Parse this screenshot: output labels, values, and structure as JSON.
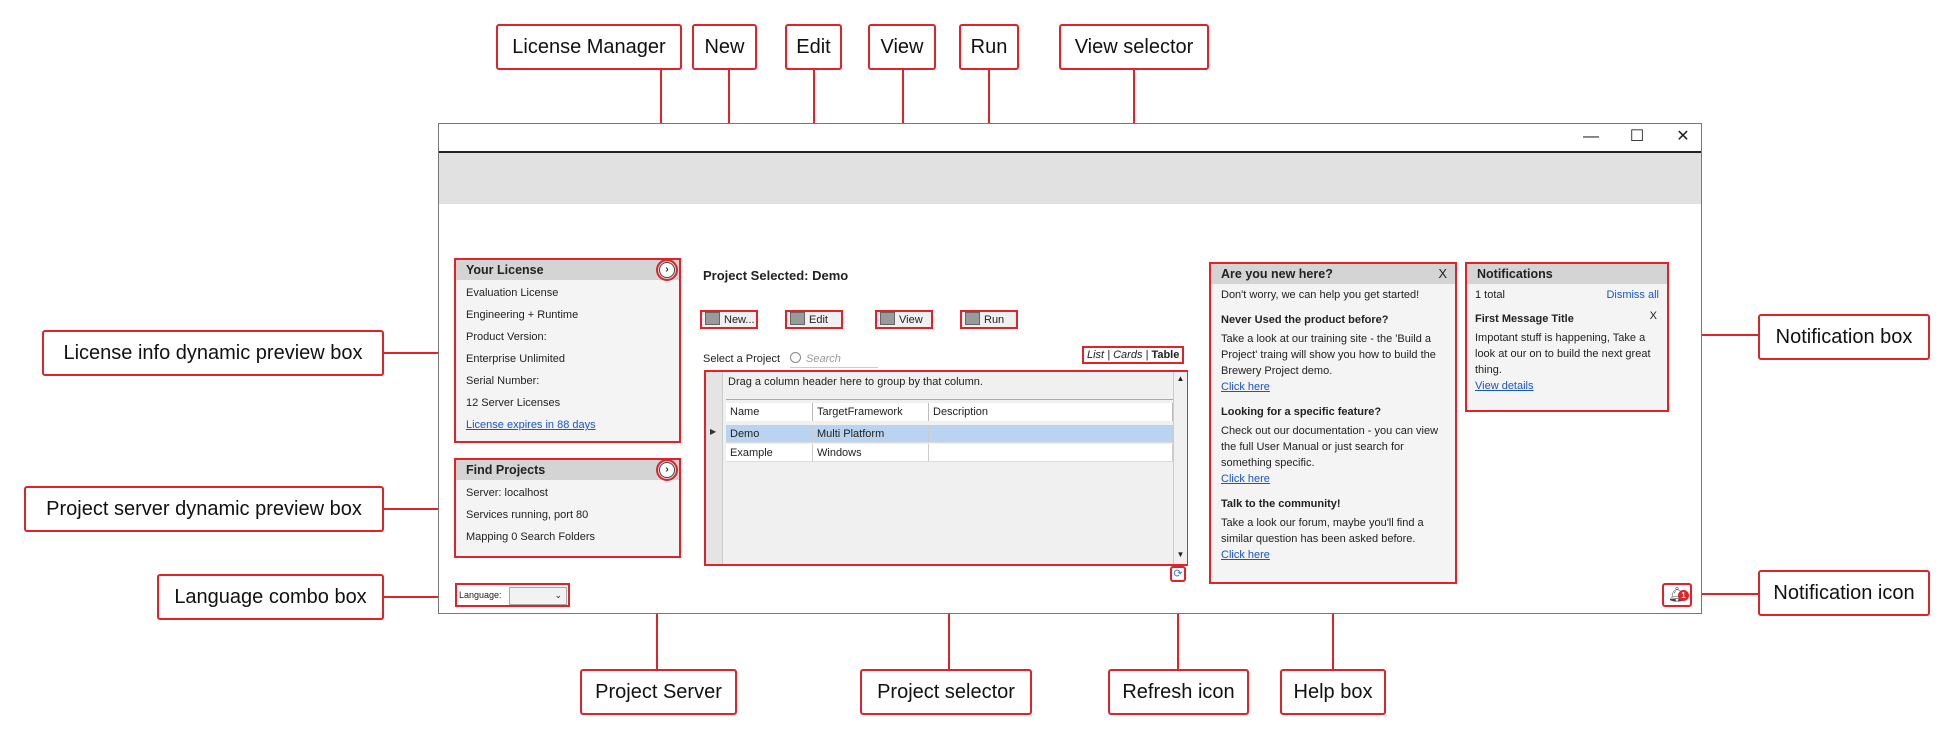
{
  "callouts": {
    "license_manager": "License Manager",
    "new": "New",
    "edit": "Edit",
    "view": "View",
    "run": "Run",
    "view_selector": "View selector",
    "license_info": "License info dynamic preview box",
    "project_server_preview": "Project server dynamic preview box",
    "language_combo": "Language combo box",
    "notification_box": "Notification box",
    "notification_icon": "Notification icon",
    "project_server": "Project Server",
    "project_selector": "Project selector",
    "refresh_icon": "Refresh icon",
    "help_box": "Help box"
  },
  "window_controls": {
    "minimize": "—",
    "maximize": "☐",
    "close": "✕"
  },
  "license": {
    "title": "Your License",
    "lines": [
      "Evaluation License",
      "Engineering + Runtime",
      "Product Version:",
      "Enterprise Unlimited",
      "Serial Number:",
      "12 Server Licenses"
    ],
    "expiry_link": "License expires in 88 days"
  },
  "find_projects": {
    "title": "Find Projects",
    "lines": [
      "Server: localhost",
      "Services running, port 80",
      "Mapping 0 Search Folders"
    ]
  },
  "language": {
    "label": "Language:",
    "value": ""
  },
  "project": {
    "selected_label": "Project Selected: Demo",
    "buttons": {
      "new": "New...",
      "edit": "Edit",
      "view": "View",
      "run": "Run"
    },
    "select_label": "Select a Project",
    "search_placeholder": "Search",
    "view_modes": {
      "list": "List",
      "sep": "|",
      "cards": "Cards",
      "table": "Table"
    },
    "group_hint": "Drag a column header here to group by that column.",
    "columns": [
      "Name",
      "TargetFramework",
      "Description"
    ],
    "rows": [
      {
        "name": "Demo",
        "framework": "Multi Platform",
        "description": ""
      },
      {
        "name": "Example",
        "framework": "Windows",
        "description": ""
      }
    ]
  },
  "help": {
    "title": "Are you new here?",
    "close": "X",
    "intro": "Don't worry, we can help you get started!",
    "sections": [
      {
        "heading": "Never Used the product before?",
        "body": "Take a look at our training site - the 'Build a Project' traing will show you how to build the Brewery Project demo.",
        "link": "Click here"
      },
      {
        "heading": "Looking for a specific feature?",
        "body": "Check out our documentation - you can view the full User Manual or just search for something specific.",
        "link": "Click here"
      },
      {
        "heading": "Talk to the community!",
        "body": "Take a look our forum, maybe you'll find a similar question has been asked before.",
        "link": "Click here"
      }
    ]
  },
  "notifications": {
    "title": "Notifications",
    "count": "1 total",
    "dismiss_all": "Dismiss all",
    "message_title": "First Message Title",
    "message_close": "X",
    "message_body": "Impotant stuff is happening, Take a look at our on to build the next great thing.",
    "message_link": "View details",
    "badge": "1"
  },
  "colors": {
    "accent": "#e0232b",
    "link": "#1a55c4",
    "selection": "#b9d3f0",
    "header_gray": "#d4d4d4"
  }
}
